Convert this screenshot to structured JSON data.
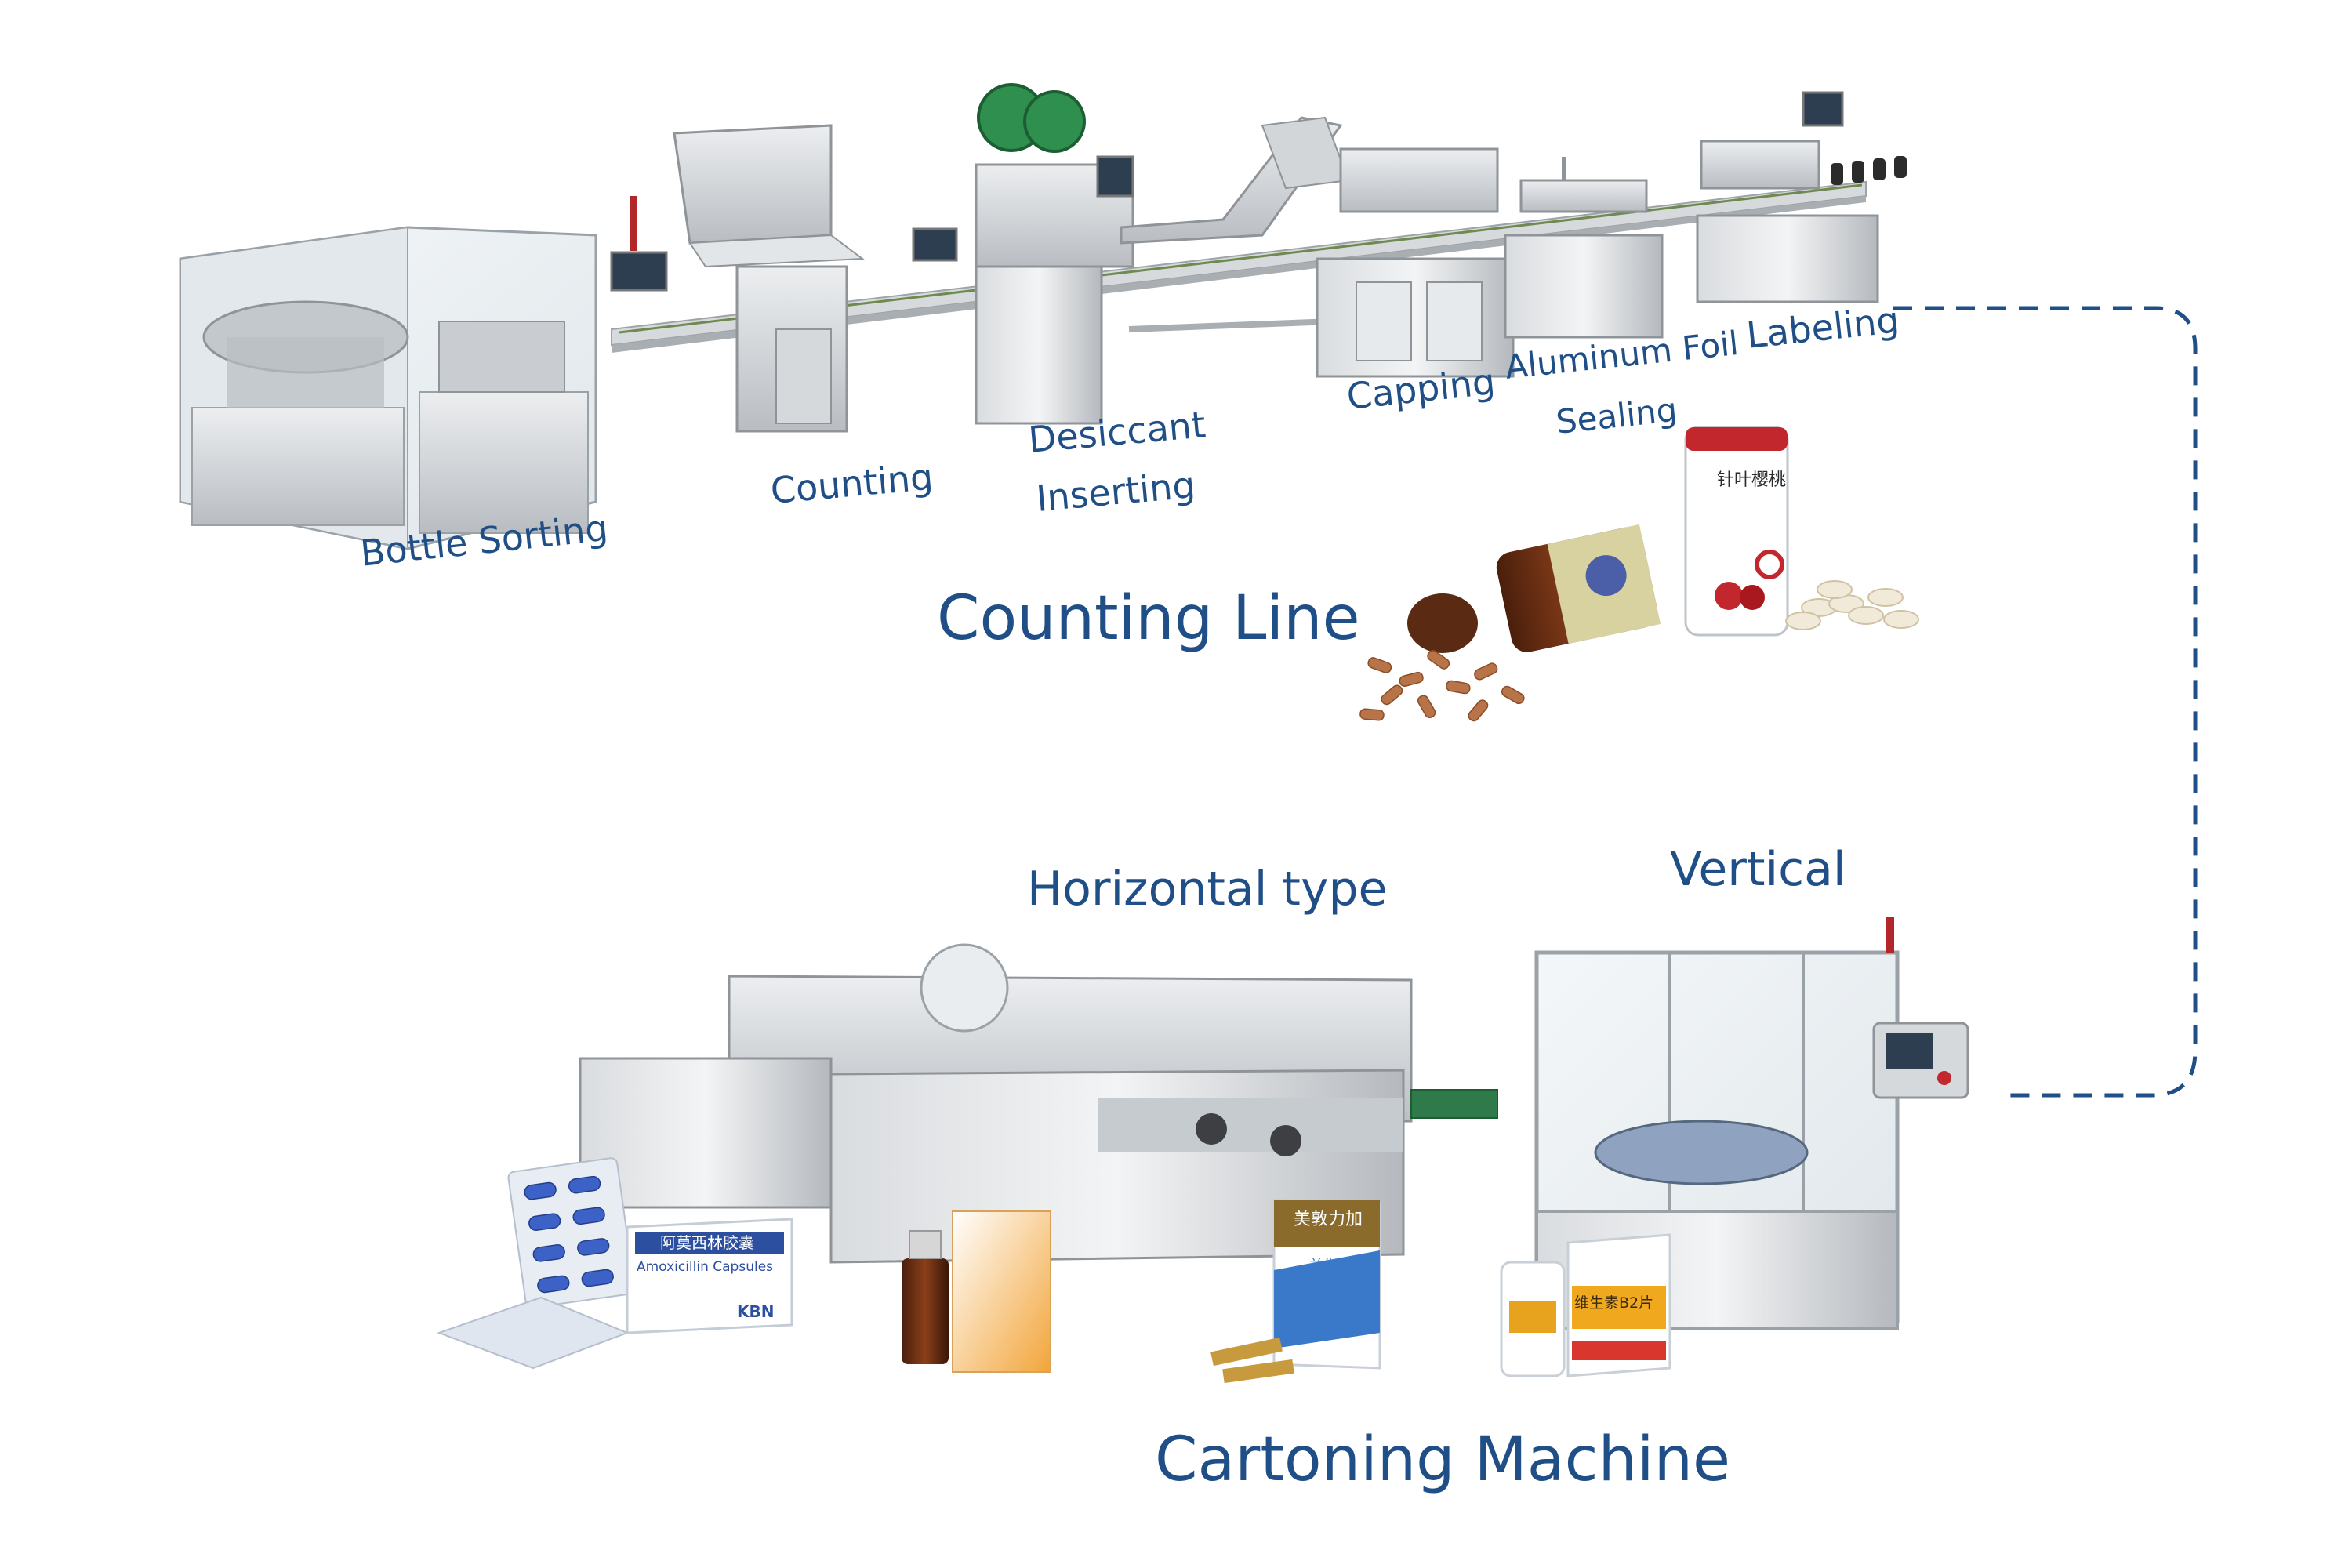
{
  "steps": {
    "bottle_sorting": "Bottle Sorting",
    "counting": "Counting",
    "desiccant_line1": "Desiccant",
    "desiccant_line2": "Inserting",
    "capping": "Capping",
    "foil_line1": "Aluminum Foil",
    "foil_line2": "Sealing",
    "labeling": "Labeling"
  },
  "titles": {
    "counting_line": "Counting Line",
    "horizontal": "Horizontal type",
    "vertical": "Vertical",
    "cartoning": "Cartoning Machine"
  },
  "products": {
    "cherry_bottle_brand": "针叶樱桃",
    "box_cn": "阿莫西林胶囊",
    "box_en": "Amoxicillin Capsules",
    "box_logo": "KBN",
    "probiotic_cn": "美敦力加",
    "probiotic_sub": "益生菌",
    "vitamin_box_cn": "维生素B2片"
  },
  "colors": {
    "label_blue": "#1f4f86",
    "connector_blue": "#1f4f86",
    "steel": "#c9ccd0",
    "steel_dark": "#8f9499",
    "glass": "#e6edf1"
  }
}
